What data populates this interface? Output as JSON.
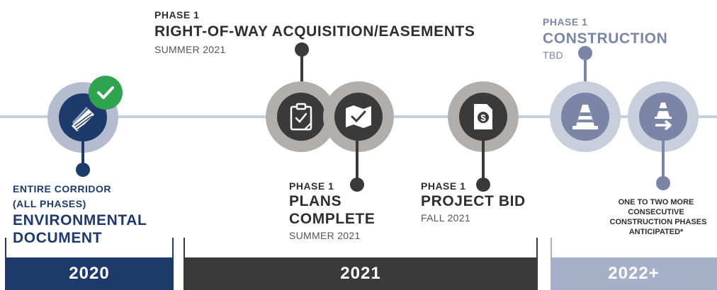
{
  "colors": {
    "navy": "#1e3a6a",
    "dark_grey": "#3a3a3a",
    "slate": "#7b86a6",
    "light_slate": "#a6b1c9",
    "line": "#c3d0df",
    "green_check": "#2ea44f"
  },
  "milestones": {
    "environmental": {
      "label_line1": "ENTIRE CORRIDOR",
      "label_line2": "(ALL PHASES)",
      "title_line1": "ENVIRONMENTAL",
      "title_line2": "DOCUMENT",
      "icon": "document-stack-icon",
      "badge_icon": "check-badge-icon"
    },
    "right_of_way": {
      "phase": "PHASE 1",
      "title": "RIGHT-OF-WAY ACQUISITION/EASEMENTS",
      "date": "SUMMER 2021",
      "icon": "clipboard-check-icon"
    },
    "plans": {
      "phase": "PHASE 1",
      "title_line1": "PLANS",
      "title_line2": "COMPLETE",
      "date": "SUMMER 2021",
      "icon": "map-check-icon"
    },
    "bid": {
      "phase": "PHASE 1",
      "title": "PROJECT BID",
      "date": "FALL 2021",
      "icon": "dollar-document-icon"
    },
    "construction": {
      "phase": "PHASE 1",
      "title": "CONSTRUCTION",
      "date": "TBD",
      "icon": "traffic-cone-icon"
    },
    "future": {
      "line1": "ONE TO TWO MORE",
      "line2": "CONSECUTIVE",
      "line3": "CONSTRUCTION PHASES",
      "line4": "ANTICIPATED*",
      "icon": "cone-arrow-icon"
    }
  },
  "years": [
    {
      "label": "2020"
    },
    {
      "label": "2021"
    },
    {
      "label": "2022+"
    }
  ]
}
